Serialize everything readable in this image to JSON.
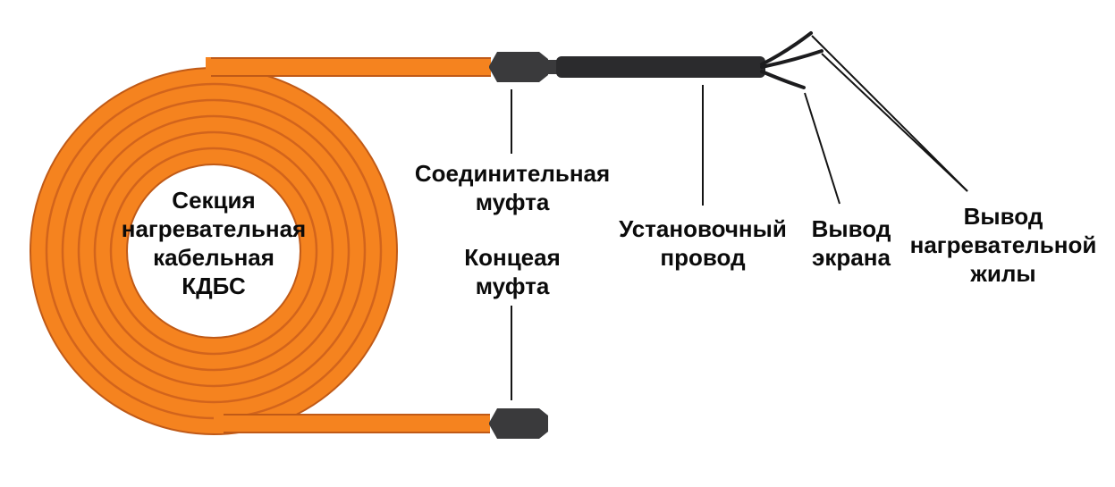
{
  "diagram": {
    "labels": {
      "coil": "Секция\nнагревательная\nкабельная\nКДБС",
      "joint_coupling": "Соединительная\nмуфта",
      "end_coupling": "Концеая\nмуфта",
      "installation_wire": "Установочный\nпровод",
      "screen_lead": "Вывод\nэкрана",
      "heating_core_lead": "Вывод\nнагревательной\nжилы"
    },
    "colors": {
      "cable_orange": "#f5831f",
      "cable_outline": "#c05a17",
      "winding_separator": "#d2641c",
      "coupling_dark": "#3a3a3c",
      "installation_wire_black": "#2b2b2d",
      "leader_line": "#141414",
      "text": "#0b0b0b",
      "background": "#ffffff"
    }
  }
}
